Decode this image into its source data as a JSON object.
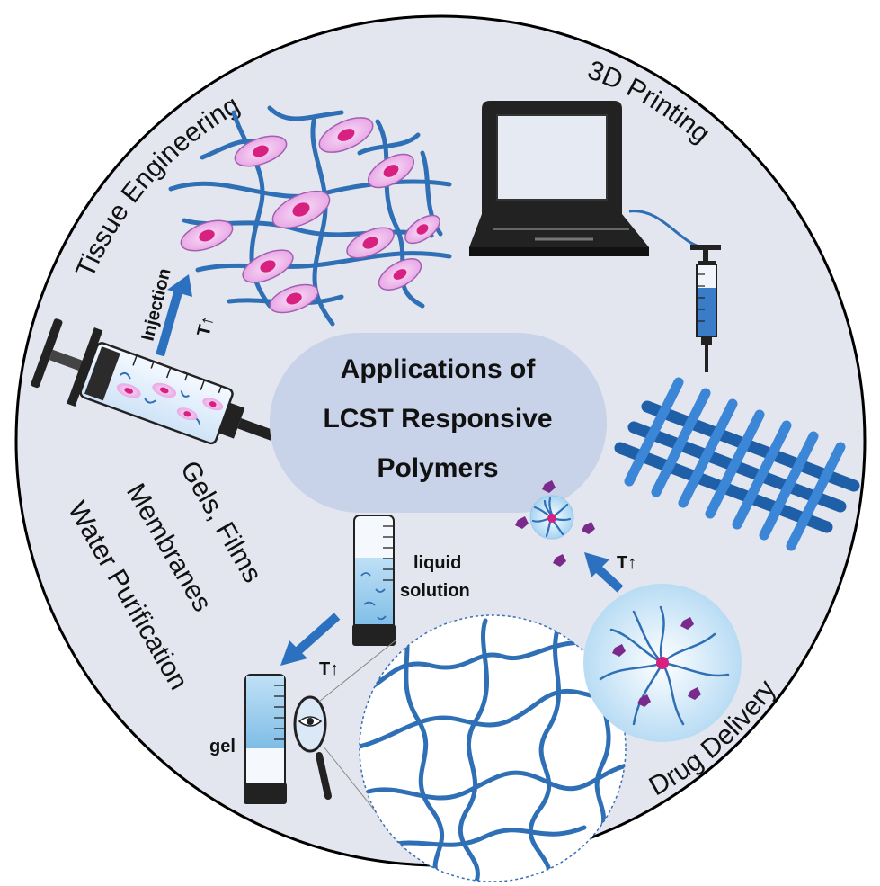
{
  "title": {
    "line1": "Applications of",
    "line2": "LCST Responsive",
    "line3": "Polymers"
  },
  "applications": {
    "tissue_engineering": "Tissue Engineering",
    "printing_3d": "3D Printing",
    "drug_delivery": "Drug Delivery"
  },
  "other_uses": {
    "gels_films": "Gels, Films",
    "membranes": "Membranes",
    "water_purification": "Water Purification"
  },
  "labels": {
    "injection": "Injection",
    "temp_rise": "T↑",
    "liquid": "liquid",
    "solution": "solution",
    "gel": "gel"
  },
  "colors": {
    "circle_fill": "#e3e6ee",
    "title_pill": "#c8d2e8",
    "polymer_blue": "#2f6fb5",
    "arrow_blue": "#2b71c0",
    "cell_pink": "#e9a8e6",
    "nucleus_magenta": "#d7207f"
  }
}
